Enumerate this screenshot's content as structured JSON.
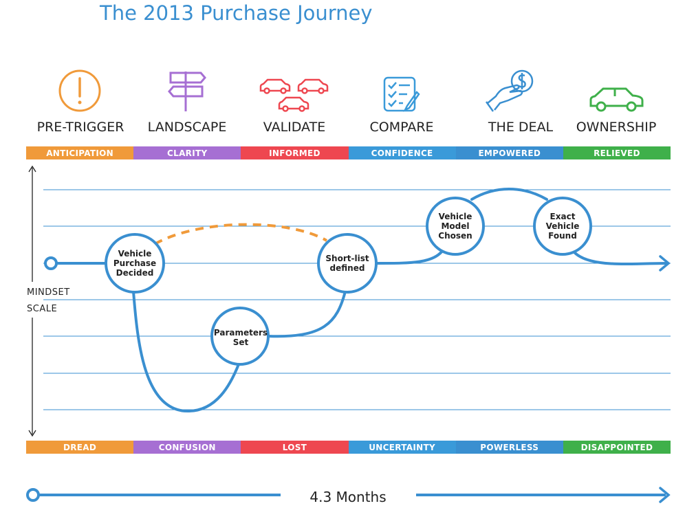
{
  "title": "The 2013 Purchase Journey",
  "stages": [
    {
      "label": "PRE-TRIGGER",
      "icon": "exclamation-circle-icon",
      "color": "#f09a3a"
    },
    {
      "label": "LANDSCAPE",
      "icon": "signpost-icon",
      "color": "#a66fd3"
    },
    {
      "label": "VALIDATE",
      "icon": "cars-icon",
      "color": "#ee4750"
    },
    {
      "label": "COMPARE",
      "icon": "checklist-icon",
      "color": "#3a9ad9"
    },
    {
      "label": "THE DEAL",
      "icon": "hand-money-icon",
      "color": "#3a8fd0"
    },
    {
      "label": "OWNERSHIP",
      "icon": "car-icon",
      "color": "#3fb04a"
    }
  ],
  "top_bar": [
    "ANTICIPATION",
    "CLARITY",
    "INFORMED",
    "CONFIDENCE",
    "EMPOWERED",
    "RELIEVED"
  ],
  "bottom_bar": [
    "DREAD",
    "CONFUSION",
    "LOST",
    "UNCERTAINTY",
    "POWERLESS",
    "DISAPPOINTED"
  ],
  "bar_colors": [
    "#f09a3a",
    "#a66fd3",
    "#ee4750",
    "#3a9ad9",
    "#3a8fd0",
    "#3fb04a"
  ],
  "axis": {
    "line1": "MINDSET",
    "line2": "SCALE"
  },
  "nodes": [
    {
      "lines": [
        "Vehicle",
        "Purchase",
        "Decided"
      ]
    },
    {
      "lines": [
        "Parameters",
        "Set"
      ]
    },
    {
      "lines": [
        "Short-list",
        "defined"
      ]
    },
    {
      "lines": [
        "Vehicle",
        "Model",
        "Chosen"
      ]
    },
    {
      "lines": [
        "Exact",
        "Vehicle",
        "Found"
      ]
    }
  ],
  "duration": "4.3 Months",
  "colors": {
    "line": "#3a8fd0",
    "dashed": "#f09a3a",
    "grid": "#3a8fd0"
  }
}
